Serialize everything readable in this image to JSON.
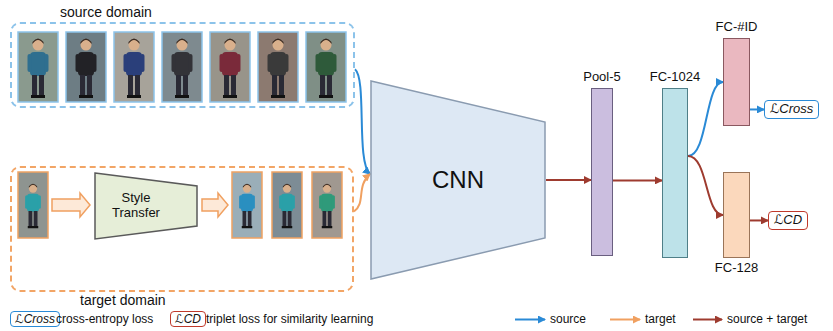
{
  "diagram": {
    "nodes": [
      {
        "text": [
          "source domain"
        ]
      },
      {
        "text": [
          "target domain"
        ]
      },
      {
        "text": [
          "Style Transfer"
        ],
        "in": 1
      },
      {
        "text": [
          "CNN"
        ]
      },
      {
        "text": [
          "Pool-5"
        ]
      },
      {
        "text": [
          "FC-1024"
        ]
      },
      {
        "text": [
          "FC-#ID"
        ]
      },
      {
        "text": [
          "FC-128"
        ]
      },
      {
        "text": [
          "ℒCross"
        ]
      },
      {
        "text": [
          "ℒCD"
        ]
      }
    ],
    "edges": [
      {
        "from": 0,
        "to": 3,
        "arrow": "to"
      },
      {
        "from": 1,
        "to": 3,
        "arrow": "to"
      },
      {
        "from": 3,
        "to": 4,
        "arrow": "to"
      },
      {
        "from": 4,
        "to": 5,
        "arrow": "to"
      },
      {
        "from": 5,
        "to": 6,
        "arrow": "to"
      },
      {
        "from": 5,
        "to": 7,
        "arrow": "to"
      },
      {
        "from": 6,
        "to": 8,
        "arrow": "to"
      },
      {
        "from": 7,
        "to": 9,
        "arrow": "to"
      }
    ],
    "labels": [
      "ℒCross",
      "ℒCD"
    ],
    "legend": [
      {
        "text": "cross-entropy loss"
      },
      {
        "text": "triplet loss for similarity learning"
      },
      {
        "text": "source"
      },
      {
        "text": "target"
      },
      {
        "text": "source + target"
      }
    ]
  }
}
